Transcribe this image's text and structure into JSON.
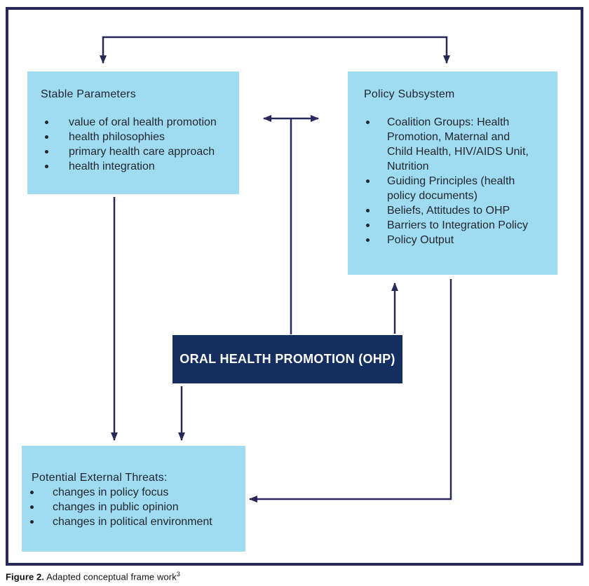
{
  "figure": {
    "caption": {
      "label": "Figure 2.",
      "text": " Adapted conceptual frame work",
      "superscript": "3"
    }
  },
  "colors": {
    "box_light_blue": "#9fdcf2",
    "box_dark_navy": "#142e5f",
    "line_navy": "#29285a",
    "text_dark": "#23262c"
  },
  "diagram": {
    "stable_parameters": {
      "title": "Stable Parameters",
      "items": [
        "value of oral health promotion",
        "health philosophies",
        "primary health care approach",
        "health integration"
      ]
    },
    "policy_subsystem": {
      "title": "Policy Subsystem",
      "items": [
        "Coalition Groups: Health\nPromotion, Maternal and\nChild Health, HIV/AIDS Unit,\nNutrition",
        "Guiding Principles (health\npolicy documents)",
        "Beliefs, Attitudes to OHP",
        "Barriers to Integration Policy",
        "Policy Output"
      ]
    },
    "ohp": {
      "label": "ORAL HEALTH PROMOTION (OHP)"
    },
    "external_threats": {
      "title": "Potential External Threats:",
      "items": [
        "changes in policy focus",
        "changes in public opinion",
        "changes in political environment"
      ]
    },
    "connections": [
      {
        "from": "top-bracket",
        "to": "stable_parameters",
        "style": "arrow-down"
      },
      {
        "from": "top-bracket",
        "to": "policy_subsystem",
        "style": "arrow-down"
      },
      {
        "from": "stable_parameters",
        "to": "policy_subsystem",
        "style": "double-headed-arrow"
      },
      {
        "from": "ohp",
        "to": "double-headed-arrow",
        "style": "line-up"
      },
      {
        "from": "ohp",
        "to": "policy_subsystem",
        "style": "arrow-up"
      },
      {
        "from": "policy_subsystem",
        "to": "external_threats",
        "style": "arrow-down-then-left"
      },
      {
        "from": "stable_parameters",
        "to": "external_threats",
        "style": "arrow-down"
      },
      {
        "from": "ohp",
        "to": "external_threats",
        "style": "arrow-down"
      }
    ]
  }
}
